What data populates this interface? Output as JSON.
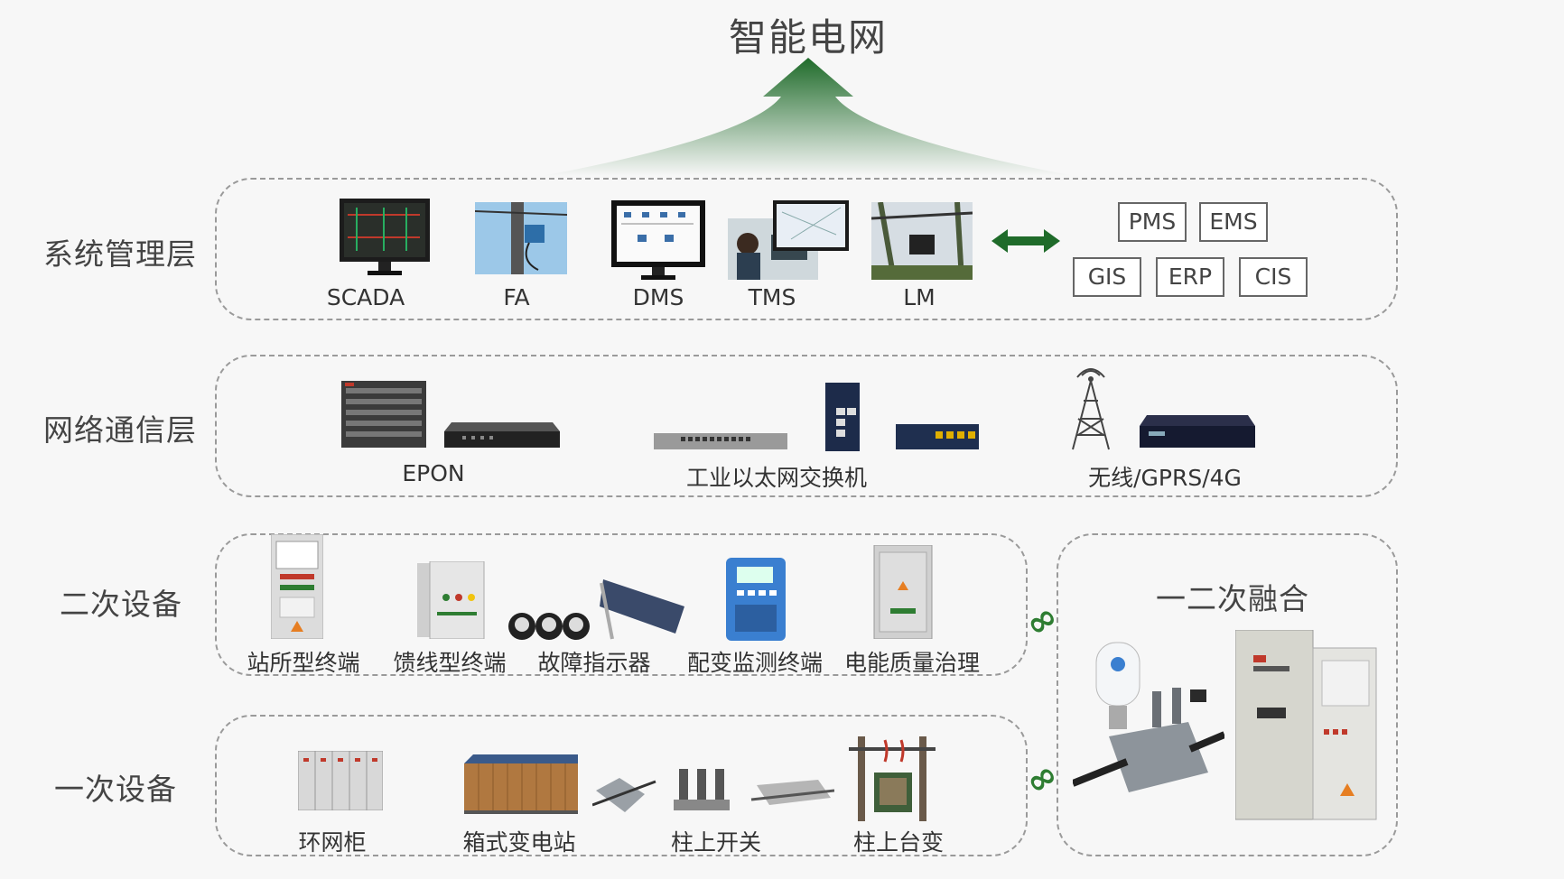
{
  "title": "智能电网",
  "layers": {
    "system": {
      "label": "系统管理层",
      "items": [
        "SCADA",
        "FA",
        "DMS",
        "TMS",
        "LM"
      ],
      "systems": [
        "PMS",
        "EMS",
        "GIS",
        "ERP",
        "CIS"
      ]
    },
    "network": {
      "label": "网络通信层",
      "groups": [
        "EPON",
        "工业以太网交换机",
        "无线/GPRS/4G"
      ]
    },
    "secondary": {
      "label": "二次设备",
      "items": [
        "站所型终端",
        "馈线型终端",
        "故障指示器",
        "配变监测终端",
        "电能质量治理"
      ]
    },
    "primary": {
      "label": "一次设备",
      "items": [
        "环网柜",
        "箱式变电站",
        "柱上开关",
        "柱上台变"
      ]
    }
  },
  "fusion": {
    "label": "一二次融合"
  },
  "colors": {
    "accent_green": "#2e7d32",
    "border": "#9a9a9a"
  },
  "icons": [
    "double-arrow-icon",
    "link-icon"
  ]
}
